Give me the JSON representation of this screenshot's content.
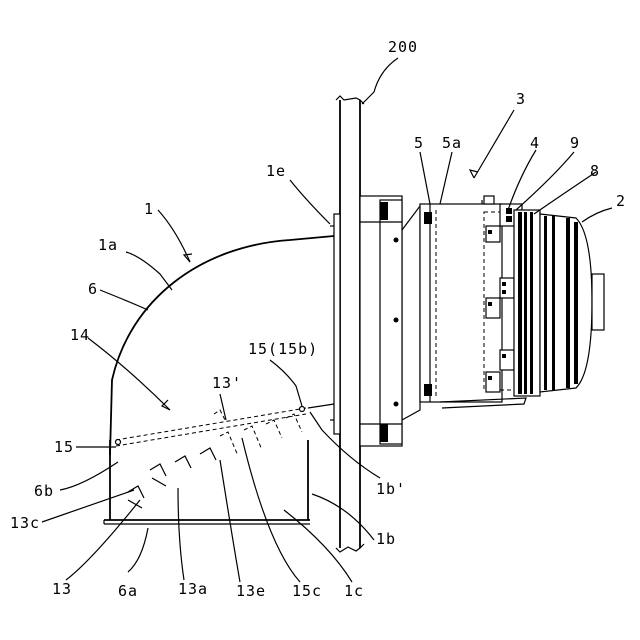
{
  "labels": {
    "wall": "200",
    "assembly": "3",
    "part5": "5",
    "part5a": "5a",
    "part4": "4",
    "part9": "9",
    "part8": "8",
    "motor": "2",
    "flange": "1e",
    "duct": "1",
    "duct_upper": "1a",
    "chamber": "6",
    "plate": "14",
    "part15_15b": "15(15b)",
    "part13prime": "13'",
    "part15": "15",
    "part6b": "6b",
    "part13c": "13c",
    "part13": "13",
    "part6a": "6a",
    "part13a": "13a",
    "part13e": "13e",
    "part15c": "15c",
    "part1c": "1c",
    "part1b": "1b",
    "part1bprime": "1b'"
  }
}
